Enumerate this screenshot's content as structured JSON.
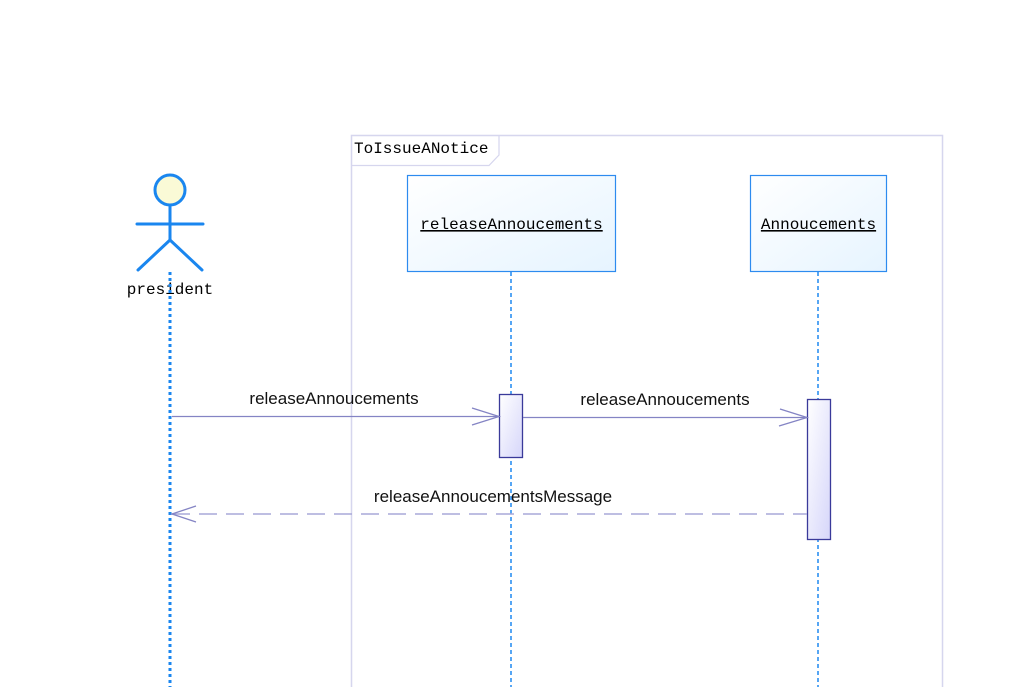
{
  "diagram": {
    "type": "sequence",
    "frame": {
      "label": "ToIssueANotice"
    },
    "actor": {
      "name": "president",
      "icon": "stick-figure-actor-icon"
    },
    "lifelines": [
      {
        "id": "releaseAnnoucements",
        "label": "releaseAnnoucements"
      },
      {
        "id": "Annoucements",
        "label": "Annoucements"
      }
    ],
    "messages": [
      {
        "label": "releaseAnnoucements",
        "from": "president",
        "to": "releaseAnnoucements",
        "kind": "sync"
      },
      {
        "label": "releaseAnnoucements",
        "from": "releaseAnnoucements",
        "to": "Annoucements",
        "kind": "sync"
      },
      {
        "label": "releaseAnnoucementsMessage",
        "from": "Annoucements",
        "to": "president",
        "kind": "return"
      }
    ],
    "colors": {
      "lifeline": "#1E88F0",
      "box_border": "#2D8BEF",
      "box_fill_start": "#FFFFFF",
      "box_fill_end": "#E8F5FF",
      "frame_border": "#D6D6EE",
      "message": "#8484C4",
      "activation_border": "#3A3A9A",
      "activation_fill_end": "#D8D8FA",
      "actor_head_fill": "#FAFAD6",
      "text": "#000000"
    }
  }
}
